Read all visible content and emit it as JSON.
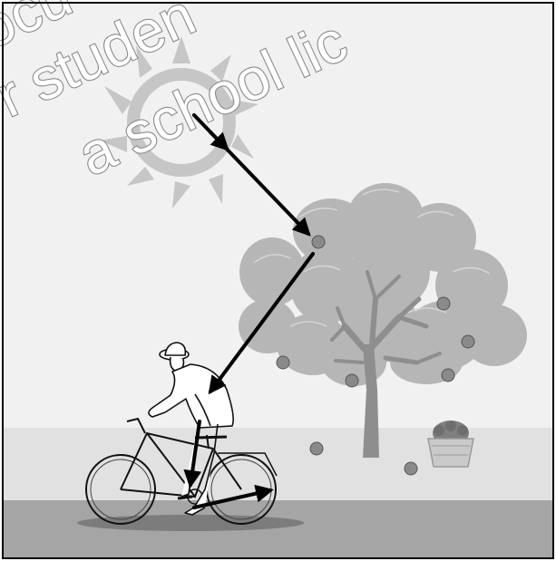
{
  "figure": {
    "colors": {
      "sky": "#f0f0f0",
      "ground": "#e2e2e2",
      "road": "#a6a6a6",
      "sun": "#c6c6c6",
      "foliage": "#b5b5b5",
      "trunk": "#8e8e8e",
      "apple": "#8c8c8c",
      "arrow": "#000000",
      "frame": "#000000"
    },
    "elements": [
      "sun-icon",
      "apple-tree",
      "apple-icon",
      "cyclist",
      "bicycle",
      "apple-basket",
      "energy-arrow"
    ]
  },
  "watermark": {
    "lines": [
      "ocu",
      "r studen",
      "a school lic"
    ]
  }
}
